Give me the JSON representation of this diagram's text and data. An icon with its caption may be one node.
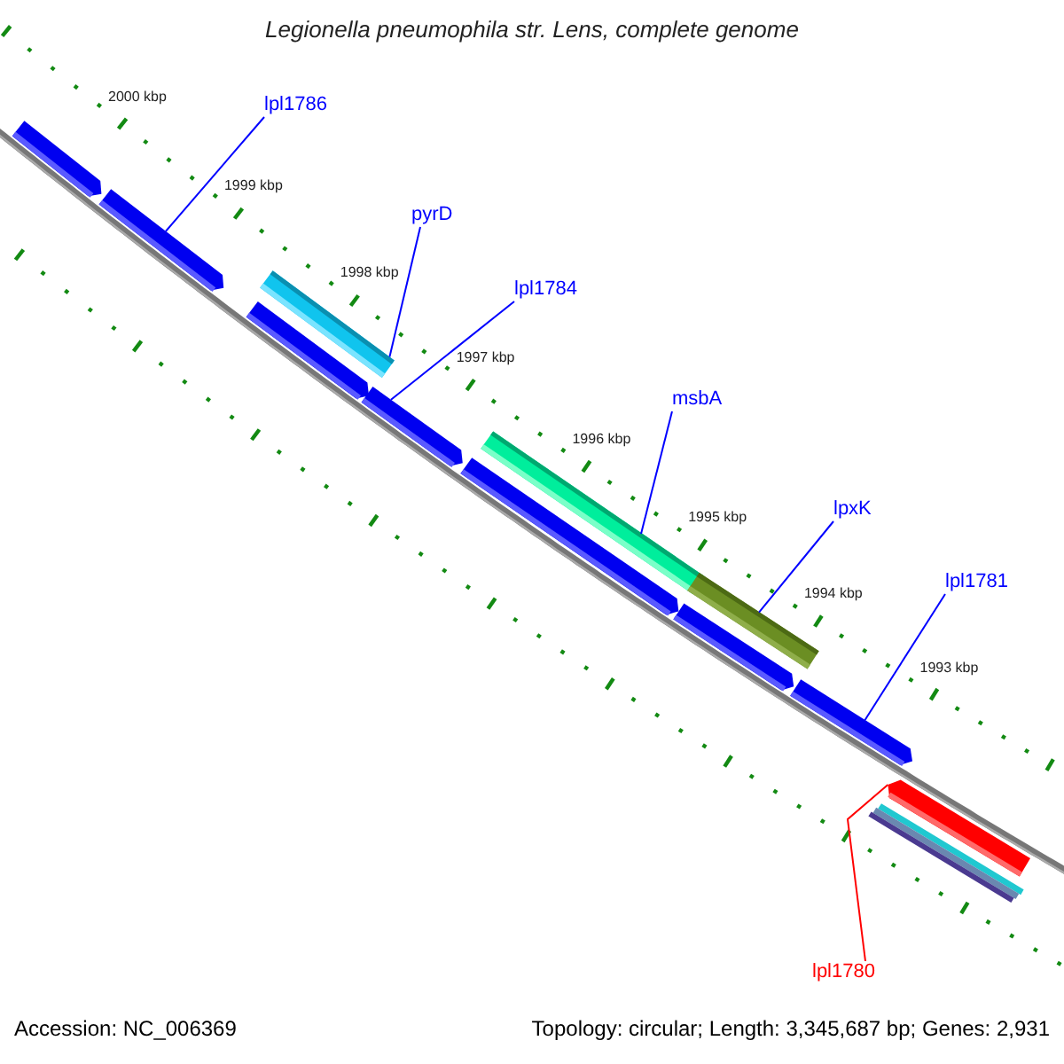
{
  "diagram": {
    "title": "Legionella pneumophila str. Lens, complete genome",
    "nodes": [
      {
        "text": [
          "lpl1786"
        ]
      },
      {
        "text": [
          "pyrD"
        ]
      },
      {
        "text": [
          "lpl1784"
        ]
      },
      {
        "text": [
          "msbA"
        ]
      },
      {
        "text": [
          "lpxK"
        ]
      },
      {
        "text": [
          "lpl1781"
        ]
      },
      {
        "text": [
          "lpl1780"
        ]
      },
      {
        "text": [],
        "shape": "bar"
      },
      {
        "text": [],
        "shape": "bar"
      },
      {
        "text": [],
        "shape": "bar"
      },
      {
        "text": [],
        "shape": "bar"
      },
      {
        "text": [],
        "shape": "bar"
      },
      {
        "text": [],
        "shape": "bar"
      },
      {
        "text": [],
        "shape": "bar"
      },
      {
        "text": [],
        "shape": "bar"
      },
      {
        "text": [],
        "shape": "bar"
      },
      {
        "text": [],
        "shape": "bar"
      },
      {
        "text": [],
        "shape": "bar"
      },
      {
        "text": [],
        "shape": "bar"
      },
      {
        "text": [],
        "shape": "bar"
      },
      {
        "text": [],
        "shape": "bar"
      }
    ],
    "edges": [
      {
        "from": 0,
        "to": 8,
        "arrow": "none"
      },
      {
        "from": 1,
        "to": 9,
        "arrow": "none"
      },
      {
        "from": 2,
        "to": 11,
        "arrow": "none"
      },
      {
        "from": 3,
        "to": 12,
        "arrow": "none"
      },
      {
        "from": 4,
        "to": 14,
        "arrow": "none"
      },
      {
        "from": 5,
        "to": 16,
        "arrow": "none"
      },
      {
        "from": 6,
        "to": 17,
        "arrow": "none",
        "color": "#ff0000"
      }
    ],
    "labels": [
      "2000 kbp",
      "1999 kbp",
      "1998 kbp",
      "1997 kbp",
      "1996 kbp",
      "1995 kbp",
      "1994 kbp",
      "1993 kbp",
      "Accession: NC_006369",
      "Topology: circular; Length: 3,345,687 bp; Genes: 2,931"
    ]
  }
}
